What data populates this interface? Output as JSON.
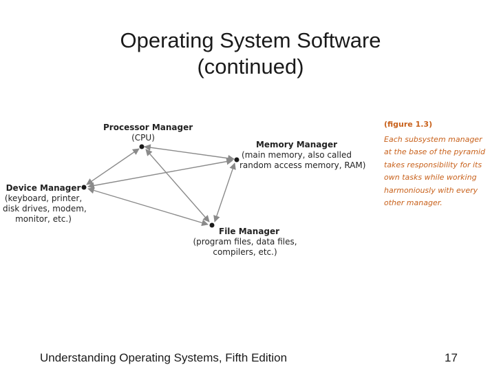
{
  "slide": {
    "title_line1": "Operating System Software",
    "title_line2": "(continued)"
  },
  "diagram": {
    "processor": {
      "name": "Processor Manager",
      "detail1": "(CPU)"
    },
    "memory": {
      "name": "Memory Manager",
      "detail1": "(main memory, also called",
      "detail2": "random access memory, RAM)"
    },
    "device": {
      "name": "Device Manager",
      "detail1": "(keyboard, printer,",
      "detail2": "disk drives, modem,",
      "detail3": "monitor, etc.)"
    },
    "file": {
      "name": "File Manager",
      "detail1": "(program files, data files,",
      "detail2": "compilers, etc.)"
    }
  },
  "caption": {
    "heading": "(figure 1.3)",
    "line1": "Each subsystem manager",
    "line2": "at the base of the pyramid",
    "line3": "takes responsibility for its",
    "line4": "own tasks while working",
    "line5": "harmoniously with every",
    "line6": "other manager."
  },
  "footer": {
    "text": "Understanding Operating Systems, Fifth Edition",
    "page_number": "17"
  },
  "colors": {
    "caption": "#c8611b",
    "arrows": "#8a8a8a",
    "nodes": "#1a1a1a"
  }
}
